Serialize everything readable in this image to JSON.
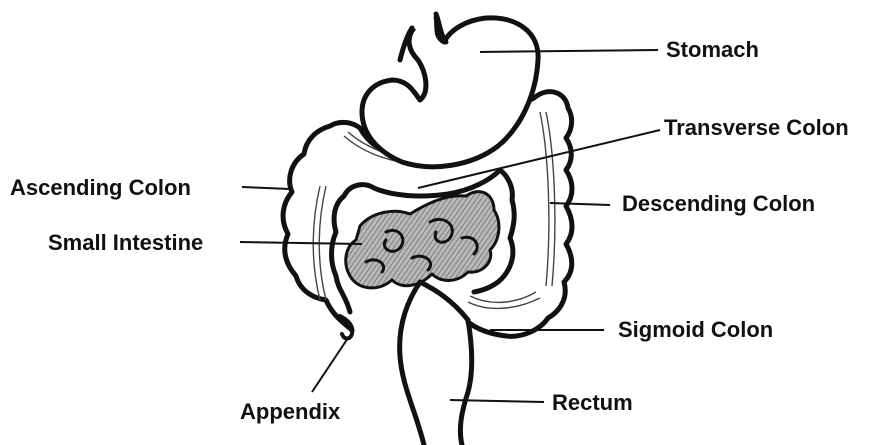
{
  "diagram": {
    "labels": {
      "stomach": "Stomach",
      "transverse_colon": "Transverse Colon",
      "ascending_colon": "Ascending Colon",
      "descending_colon": "Descending Colon",
      "small_intestine": "Small Intestine",
      "sigmoid_colon": "Sigmoid Colon",
      "appendix": "Appendix",
      "rectum": "Rectum"
    },
    "colors": {
      "ink": "#111111",
      "small_intestine_fill": "#9a9a9a",
      "background": "#ffffff"
    }
  }
}
